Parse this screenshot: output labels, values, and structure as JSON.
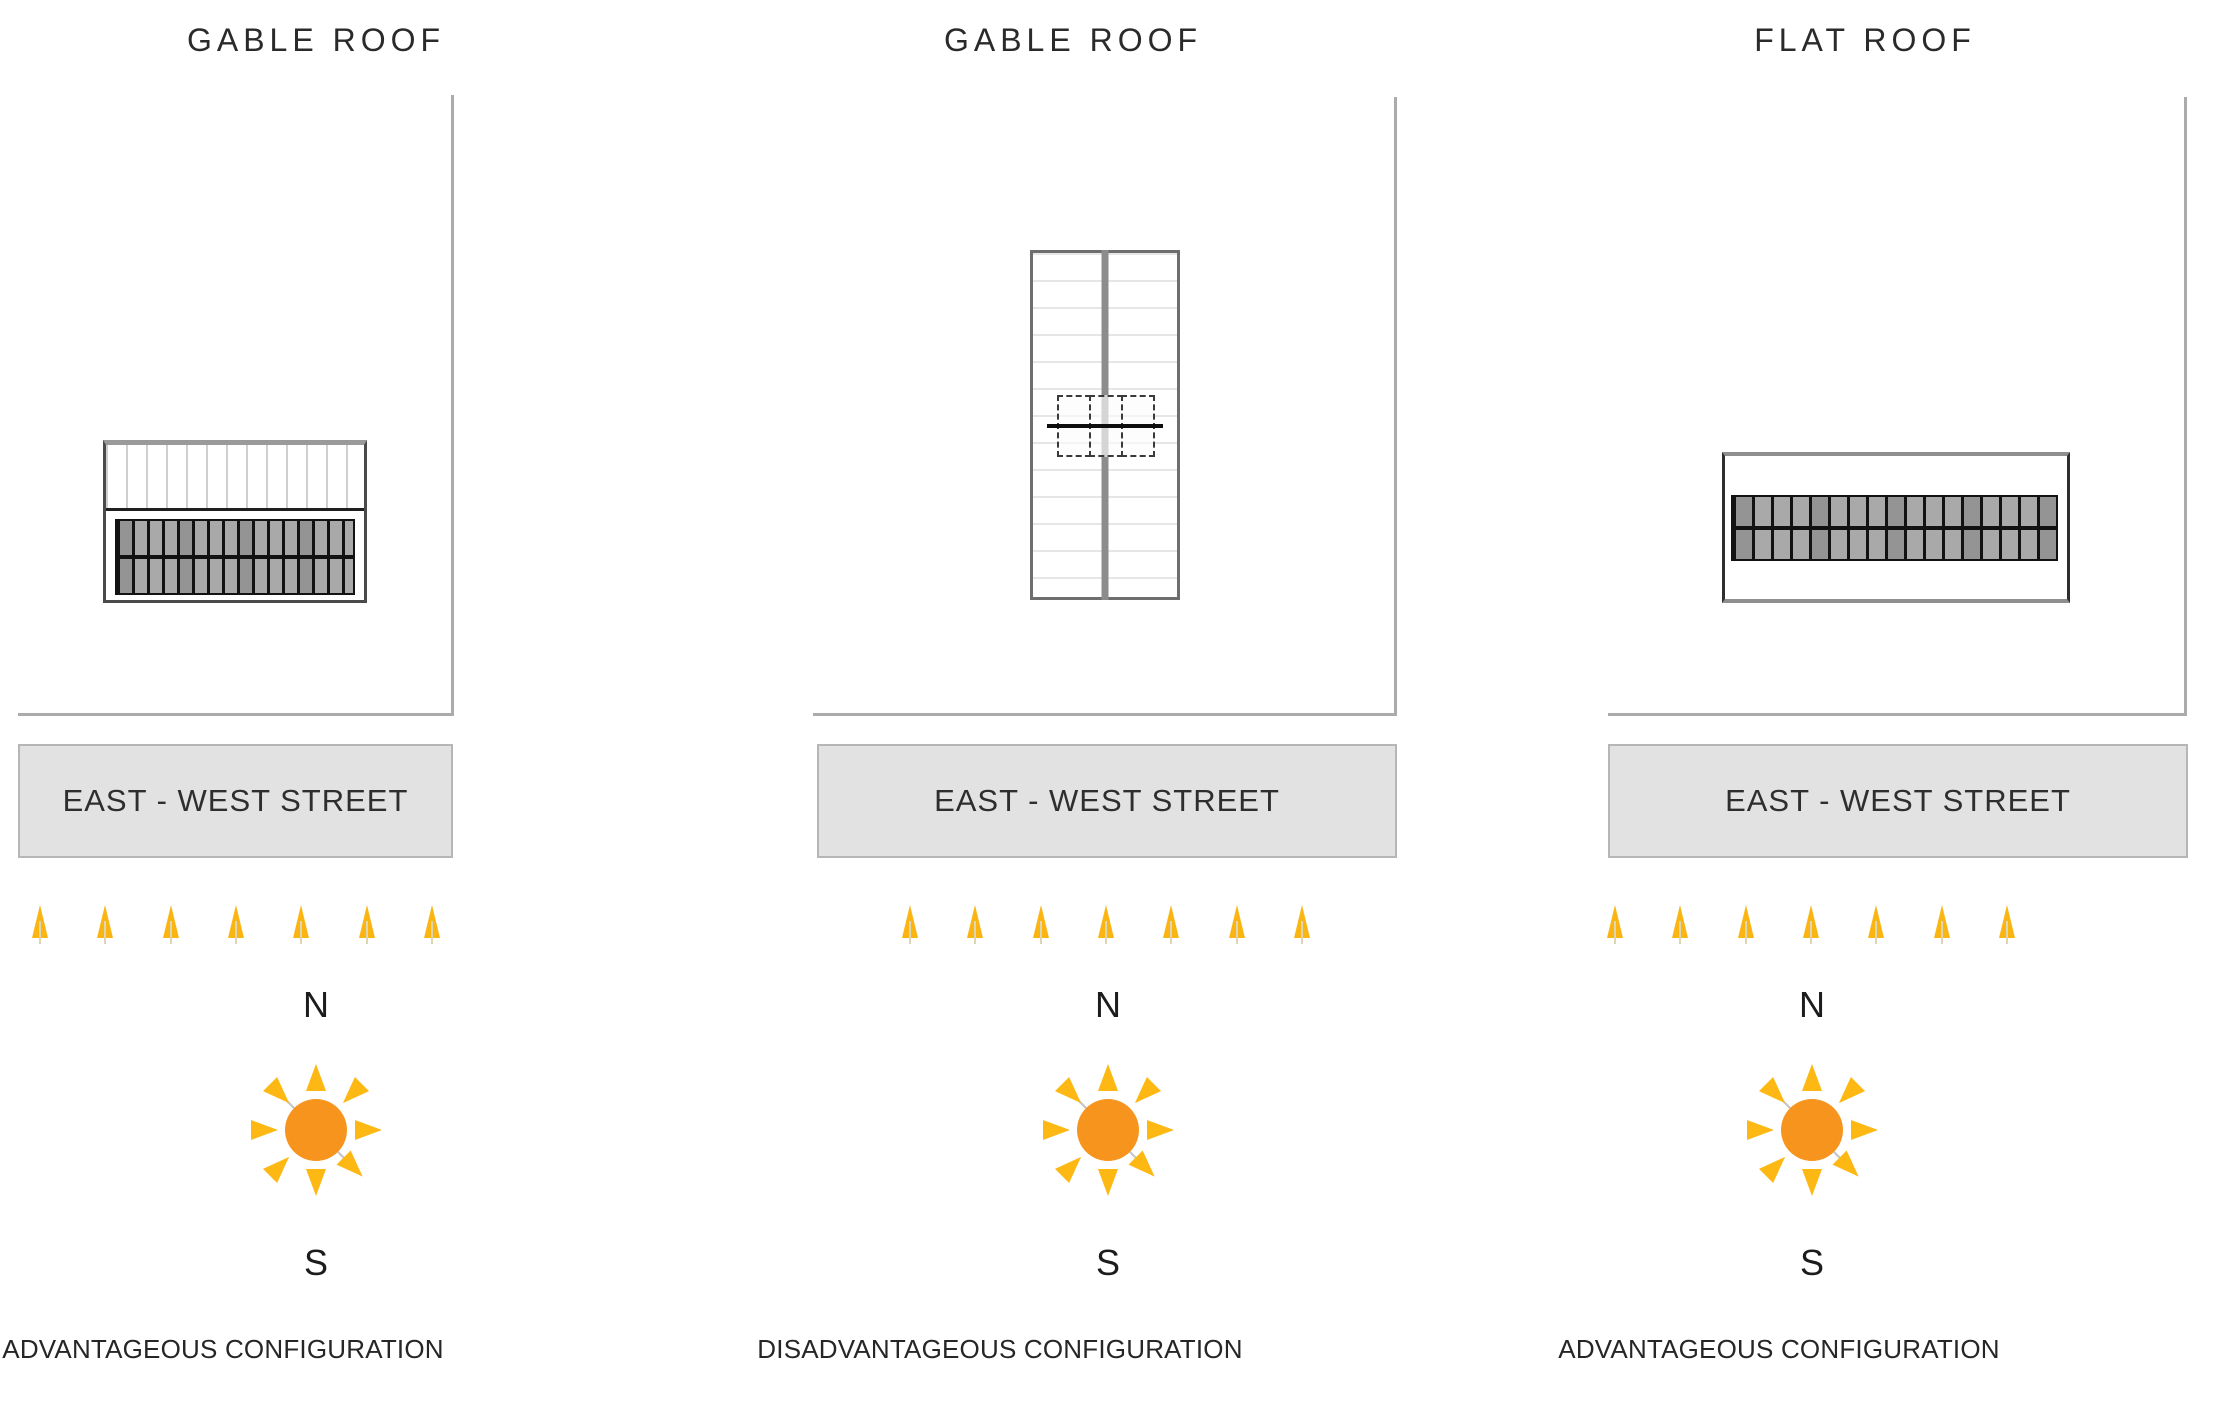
{
  "figure": {
    "colors": {
      "sun_core": "#F7941E",
      "sun_ray": "#FDB813",
      "arrow_gold": "#FBB513",
      "street_fill": "#E2E2E2",
      "boundary_gray": "#ABABAB",
      "text": "#262626"
    },
    "panels": [
      {
        "title": "GABLE ROOF",
        "street_label": "EAST - WEST STREET",
        "compass": {
          "north": "N",
          "south": "S"
        },
        "caption": "ADVANTAGEOUS CONFIGURATION"
      },
      {
        "title": "GABLE ROOF",
        "street_label": "EAST - WEST STREET",
        "compass": {
          "north": "N",
          "south": "S"
        },
        "caption": "DISADVANTAGEOUS CONFIGURATION"
      },
      {
        "title": "FLAT ROOF",
        "street_label": "EAST - WEST STREET",
        "compass": {
          "north": "N",
          "south": "S"
        },
        "caption": "ADVANTAGEOUS CONFIGURATION"
      }
    ]
  }
}
